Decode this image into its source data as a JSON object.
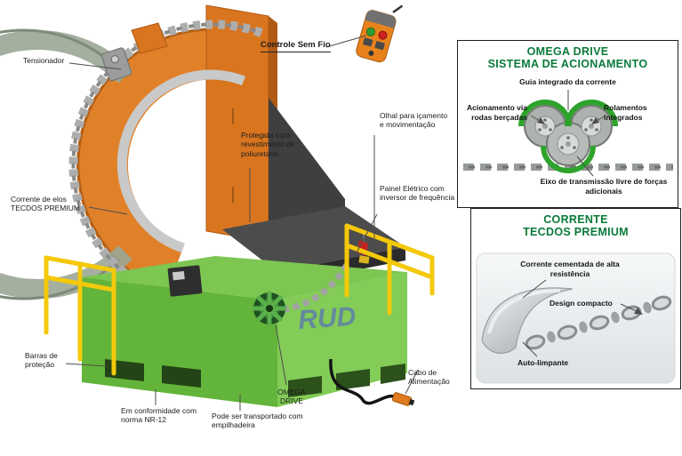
{
  "colors": {
    "machine_orange": "#e0812a",
    "base_green": "#6fbf44",
    "rail_yellow": "#f4c90a",
    "panel_title_green": "#0a7a3a",
    "brand_blue": "#5f7ea9"
  },
  "diagram": {
    "brand": "RUD",
    "labels": {
      "tensionador": "Tensionador",
      "controle_sem_fio": "Controle Sem Fio",
      "protegida": "Protegida com revestimento de poliuretano",
      "olhal": "Olhal para içamento e movimentação",
      "painel_eletrico": "Painel Elétrico com inversor de frequência",
      "corrente_elos": "Corrente de elos TECDOS PREMIUM",
      "barras_protecao": "Barras de proteção",
      "conformidade": "Em conformidade com norma NR-12",
      "transportado": "Pode ser transportado com empilhadeira",
      "omega_drive": "OMEGA DRIVE",
      "cabo": "Cabo de Alimentação"
    }
  },
  "omega_panel": {
    "title_line1": "OMEGA DRIVE",
    "title_line2": "SISTEMA DE ACIONAMENTO",
    "labels": {
      "guia": "Guia integrado da corrente",
      "acionamento": "Acionamento via rodas berçadas",
      "rolamentos": "Rolamentos integrados",
      "eixo": "Eixo de transmissão livre de forças adicionais"
    }
  },
  "corrente_panel": {
    "title_line1": "CORRENTE",
    "title_line2": "TECDOS PREMIUM",
    "labels": {
      "cementada": "Corrente cementada de alta resistência",
      "design": "Design compacto",
      "auto_limpante": "Auto-limpante"
    }
  }
}
